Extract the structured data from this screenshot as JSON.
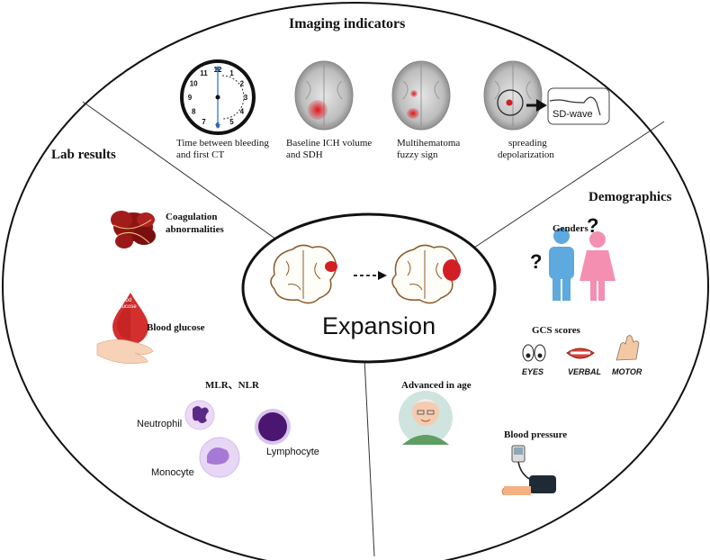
{
  "sections": {
    "imaging": {
      "title": "Imaging indicators",
      "items": [
        {
          "label_line1": "Time between bleeding",
          "label_line2": "and first CT"
        },
        {
          "label_line1": "Baseline ICH volume",
          "label_line2": "and SDH"
        },
        {
          "label_line1": "Multihematoma",
          "label_line2": "fuzzy sign"
        },
        {
          "label_line1": "spreading",
          "label_line2": "depolarization",
          "badge": "SD-wave"
        }
      ],
      "clock_numbers": [
        "12",
        "1",
        "2",
        "3",
        "4",
        "5",
        "6",
        "7",
        "8",
        "9",
        "10",
        "11"
      ]
    },
    "lab": {
      "title": "Lab results",
      "coagulation_line1": "Coagulation",
      "coagulation_line2": "abnormalities",
      "blood_glucose": "Blood glucose",
      "drop_text_line1": "Blood",
      "drop_text_line2": "glucose",
      "mlr_nlr": "MLR、NLR",
      "cells": [
        "Neutrophil",
        "Lymphocyte",
        "Monocyte"
      ]
    },
    "demographics": {
      "title": "Demographics",
      "genders": "Genders",
      "question_mark": "?",
      "gcs_scores": "GCS scores",
      "gcs_items": [
        "EYES",
        "VERBAL",
        "MOTOR"
      ],
      "advanced_age": "Advanced in age",
      "blood_pressure": "Blood pressure"
    },
    "center": {
      "label": "Expansion"
    }
  },
  "colors": {
    "hemorrhage": "#d21f26",
    "male": "#5ea9dd",
    "female": "#f48fb1",
    "neutrophil": "#c39be0",
    "lymphocyte": "#4a1670",
    "monocyte": "#a779d6",
    "blood_drop": "#d32f2f"
  }
}
